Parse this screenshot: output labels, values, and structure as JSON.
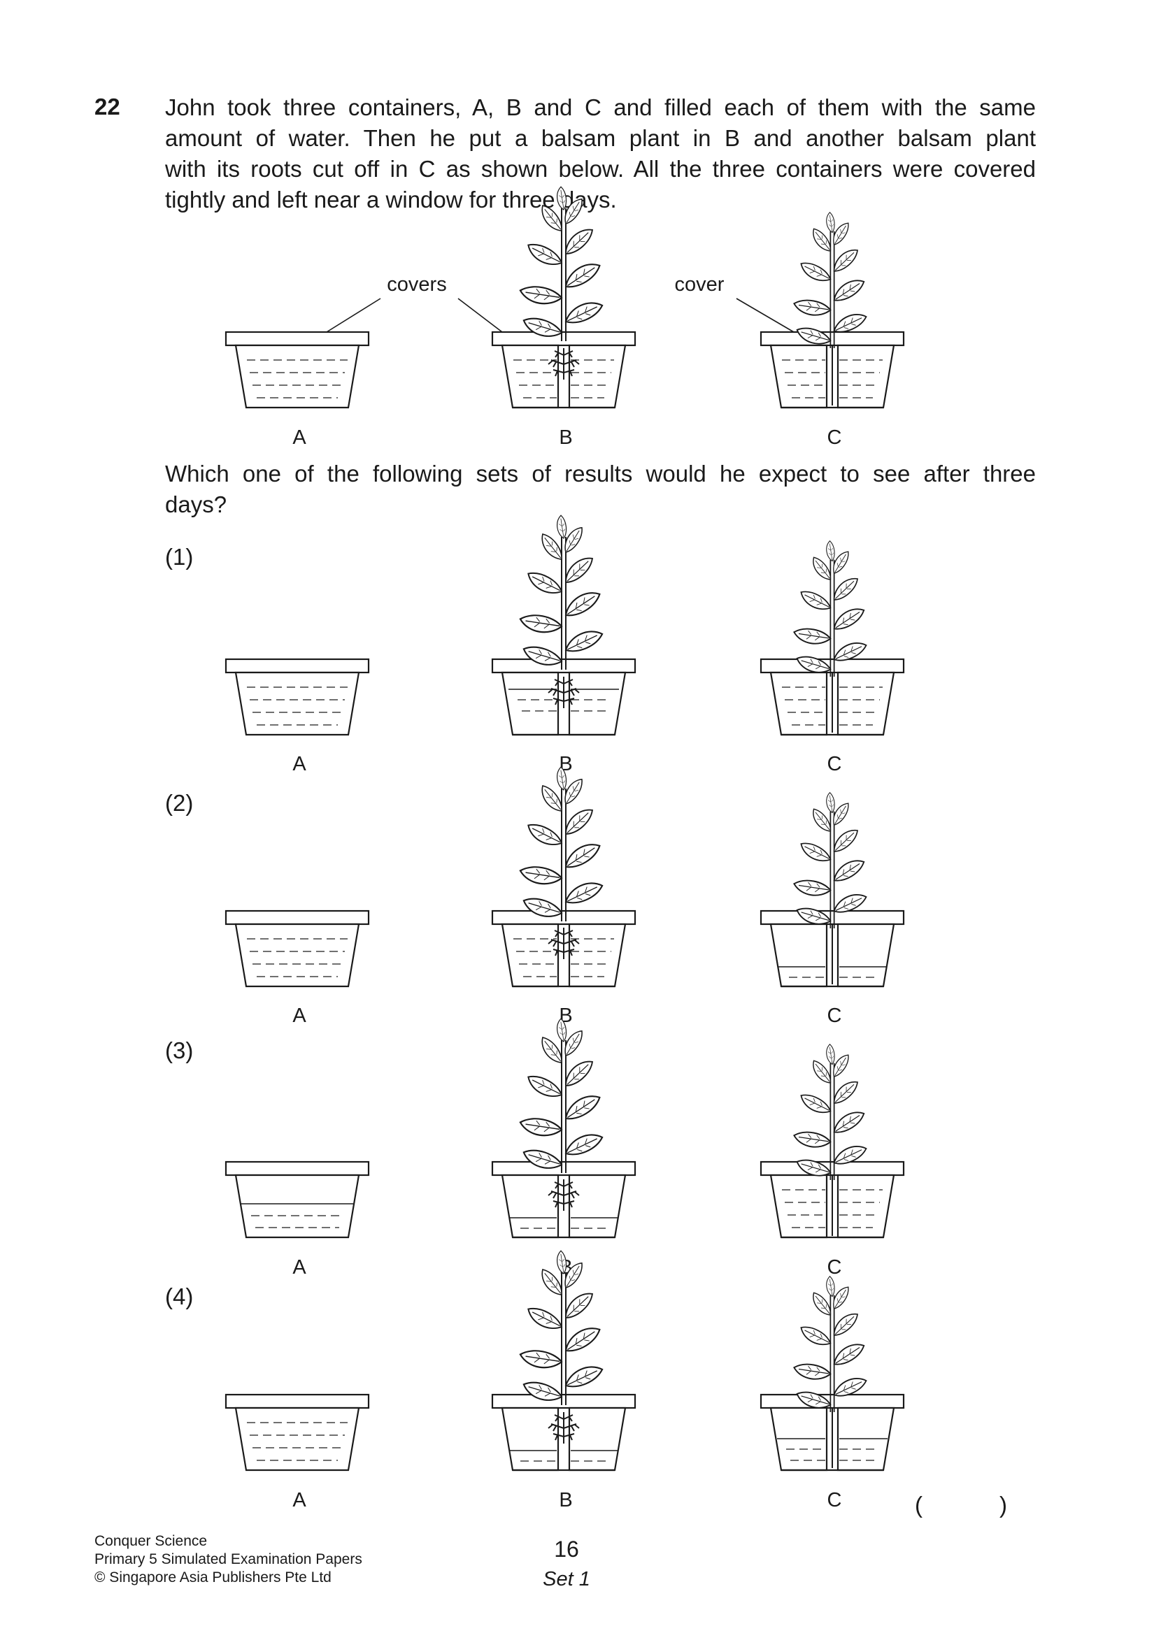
{
  "question": {
    "number": "22",
    "lines": [
      "John took three containers, A, B and C and filled each of them with the same",
      "amount of water. Then he put a balsam plant in B and another balsam plant",
      "with its roots cut off in C as shown below. All the three containers were covered",
      "tightly and left near a window for three days."
    ],
    "prompt_lines": [
      "Which one of the following sets of results would he expect to see after three",
      "days?"
    ]
  },
  "setup_labels": {
    "covers": "covers",
    "cover": "cover",
    "a": "A",
    "b": "B",
    "c": "C"
  },
  "options": [
    {
      "label": "(1)",
      "a": "A",
      "b": "B",
      "c": "C"
    },
    {
      "label": "(2)",
      "a": "A",
      "b": "B",
      "c": "C"
    },
    {
      "label": "(3)",
      "a": "A",
      "b": "B",
      "c": "C"
    },
    {
      "label": "(4)",
      "a": "A",
      "b": "B",
      "c": "C"
    }
  ],
  "answer_bracket": "(            )",
  "footer": {
    "line1": "Conquer Science",
    "line2": "Primary 5 Simulated Examination Papers",
    "line3": "© Singapore Asia Publishers Pte Ltd",
    "page_number": "16",
    "set": "Set 1"
  }
}
